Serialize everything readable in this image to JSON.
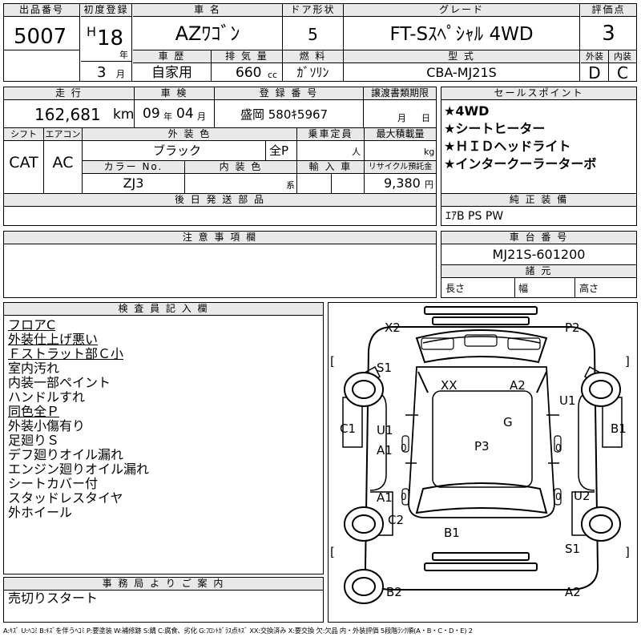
{
  "header": {
    "lot_no_label": "出品番号",
    "lot_no": "5007",
    "first_reg_label": "初度登録",
    "era": "H",
    "year": "18",
    "year_unit": "年",
    "month": "3",
    "month_unit": "月",
    "car_name_label": "車 名",
    "car_name": "AZﾜｺﾞﾝ",
    "door_label": "ドア形状",
    "doors": "5",
    "grade_label": "グレード",
    "grade": "FT-Sｽﾍﾟｼｬﾙ 4WD",
    "score_label": "評価点",
    "score": "3",
    "history_label": "車 歴",
    "history": "自家用",
    "displacement_label": "排 気 量",
    "displacement": "660",
    "displacement_unit": "cc",
    "fuel_label": "燃 料",
    "fuel": "ｶﾞｿﾘﾝ",
    "model_label": "型 式",
    "model": "CBA-MJ21S",
    "exterior_label": "外装",
    "exterior": "D",
    "interior_label": "内装",
    "interior": "C"
  },
  "row2": {
    "mileage_label": "走 行",
    "mileage": "162,681",
    "mileage_unit": "km",
    "inspection_label": "車 検",
    "insp_year": "09",
    "insp_year_unit": "年",
    "insp_month": "04",
    "insp_month_unit": "月",
    "reg_no_label": "登 録 番 号",
    "reg_no": "盛岡 580ｷ5967",
    "transfer_label": "譲渡書類期限",
    "transfer_month_unit": "月",
    "transfer_day_unit": "日",
    "shift_label": "シフト",
    "shift": "CAT",
    "ac_label": "エアコン",
    "ac": "AC",
    "color_label": "外 装 色",
    "color": "ブラック",
    "color_paint": "全P",
    "capacity_label": "乗車定員",
    "capacity_unit": "人",
    "max_load_label": "最大積載量",
    "max_load_unit": "kg",
    "color_no_label": "カラー No.",
    "color_no": "ZJ3",
    "interior_color_label": "内 装 色",
    "interior_color_unit": "系",
    "import_label": "輸 入 車",
    "recycle_label": "リサイクル預託金",
    "recycle": "9,380",
    "recycle_unit": "円"
  },
  "sales_points": {
    "label": "セールスポイント",
    "items": [
      "★4WD",
      "★シートヒーター",
      "★ＨＩＤヘッドライト",
      "★インタークーラーターボ"
    ]
  },
  "later_parts": {
    "label": "後 日 発 送 部 品"
  },
  "equipment": {
    "label": "純 正 装 備",
    "value": "ｴｱB PS PW"
  },
  "notes": {
    "label": "注 意 事 項 欄"
  },
  "chassis": {
    "label": "車 台 番 号",
    "value": "MJ21S-601200"
  },
  "specs": {
    "label": "諸 元",
    "length": "長さ",
    "width": "幅",
    "height": "高さ"
  },
  "inspector": {
    "label": "検 査 員 記 入 欄",
    "lines": [
      {
        "text": "フロアC",
        "u": true
      },
      {
        "text": "外装仕上げ悪い",
        "u": true
      },
      {
        "text": "Ｆストラット部Ｃ小",
        "u": true
      },
      {
        "text": "室内汚れ",
        "u": false
      },
      {
        "text": "内装一部ペイント",
        "u": false
      },
      {
        "text": "ハンドルすれ",
        "u": false
      },
      {
        "text": "同色全Ｐ",
        "u": true
      },
      {
        "text": "外装小傷有り",
        "u": false
      },
      {
        "text": "足廻りＳ",
        "u": false
      },
      {
        "text": "デフ廻りオイル漏れ",
        "u": false
      },
      {
        "text": "エンジン廻りオイル漏れ",
        "u": false
      },
      {
        "text": "シートカバー付",
        "u": false
      },
      {
        "text": "スタッドレスタイヤ",
        "u": false
      },
      {
        "text": "外ホイール",
        "u": false
      }
    ]
  },
  "diagram_marks": {
    "x2": "X2",
    "p2": "P2",
    "s1_top": "S1",
    "xx": "XX",
    "a2_top": "A2",
    "u1_right": "U1",
    "c1": "C1",
    "b1": "B1",
    "u1_left": "U1",
    "a1_upper": "A1",
    "g": "G",
    "p3": "P3",
    "a1_lower": "A1",
    "u2": "U2",
    "c2": "C2",
    "b1_bottom": "B1",
    "s1_bottom": "S1",
    "b2": "B2",
    "a2_bottom": "A2",
    "zero": "0",
    "bracket_open": "[",
    "bracket_close": "]"
  },
  "office": {
    "label": "事 務 局 よ り ご 案 内",
    "message": "売切りスタート"
  },
  "legend": "A:ｷｽﾞ U:ﾍｺﾐ B:ｷｽﾞを伴うﾍｺﾐ P:要塗装 W:補修跡 S:錆 C:腐食、劣化 G:ﾌﾛﾝﾄｶﾞﾗｽ点ｷｽﾞ XX:交換済み X:要交換 欠:欠品 内・外装評価 5段階ﾗﾝｸ順(A・B・C・D・E) 2"
}
